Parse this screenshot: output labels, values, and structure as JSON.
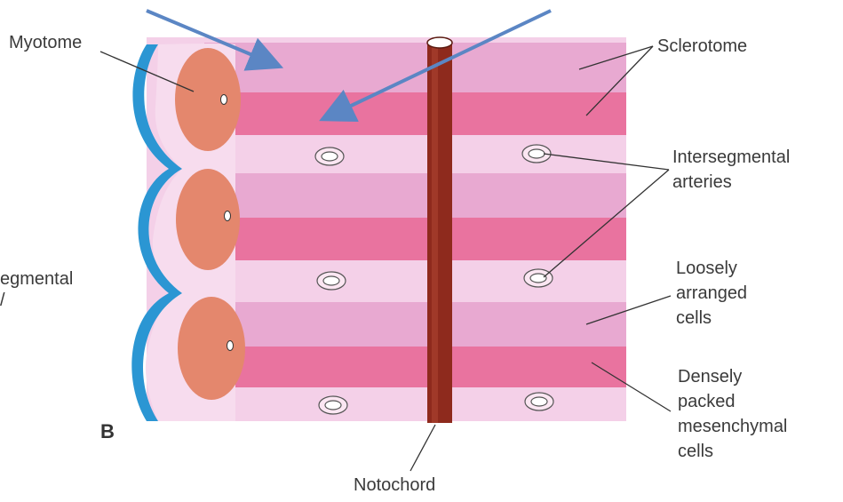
{
  "colors": {
    "band_light": "#f2c6e2",
    "band_mid": "#e8a9d1",
    "band_dense": "#e9739f",
    "myotome": "#e4876d",
    "ectoderm": "#2b96d3",
    "notochord": "#8e2a1d",
    "arrow": "#5b86c4",
    "leader": "#333333"
  },
  "labels": {
    "myotome": "Myotome",
    "sclerotome": "Sclerotome",
    "intersegmental_arteries": [
      "Intersegmental",
      "arteries"
    ],
    "loosely_arranged_cells": [
      "Loosely",
      "arranged",
      "cells"
    ],
    "densely_packed": [
      "Densely",
      "packed",
      "mesenchymal",
      "cells"
    ],
    "notochord": "Notochord",
    "left_cut_label": [
      "egmental",
      "/"
    ],
    "panel_letter": "B"
  }
}
